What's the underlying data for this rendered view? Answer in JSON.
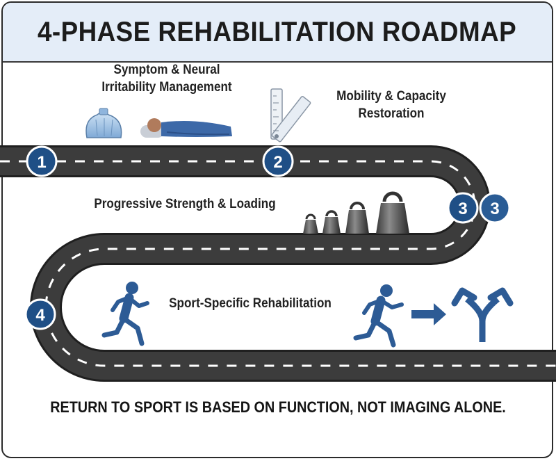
{
  "title": "4-PHASE REHABILITATION ROADMAP",
  "phases": [
    {
      "number": "1",
      "label_lines": [
        "Symptom & Neural",
        "Irritability Management"
      ]
    },
    {
      "number": "2",
      "label_lines": [
        "Mobility & Capacity",
        "Restoration"
      ]
    },
    {
      "number": "3",
      "label_lines": [
        "Progressive Strength & Loading"
      ],
      "extra_number": "3"
    },
    {
      "number": "4",
      "label_lines": [
        "Sport-Specific Rehabilitation"
      ]
    }
  ],
  "footer": "RETURN TO SPORT IS BASED ON FUNCTION, NOT IMAGING ALONE.",
  "colors": {
    "road": "#3c3c3c",
    "road_edge": "#1f1f1f",
    "marker": "#1f4f86",
    "icon_blue": "#2d5b95",
    "header_bg": "#e4edf8"
  },
  "icons": [
    "ice-pack-icon",
    "lying-person-icon",
    "ruler-icon",
    "weights-icon",
    "runner-icon",
    "arrow-right-icon",
    "split-arrow-icon"
  ]
}
